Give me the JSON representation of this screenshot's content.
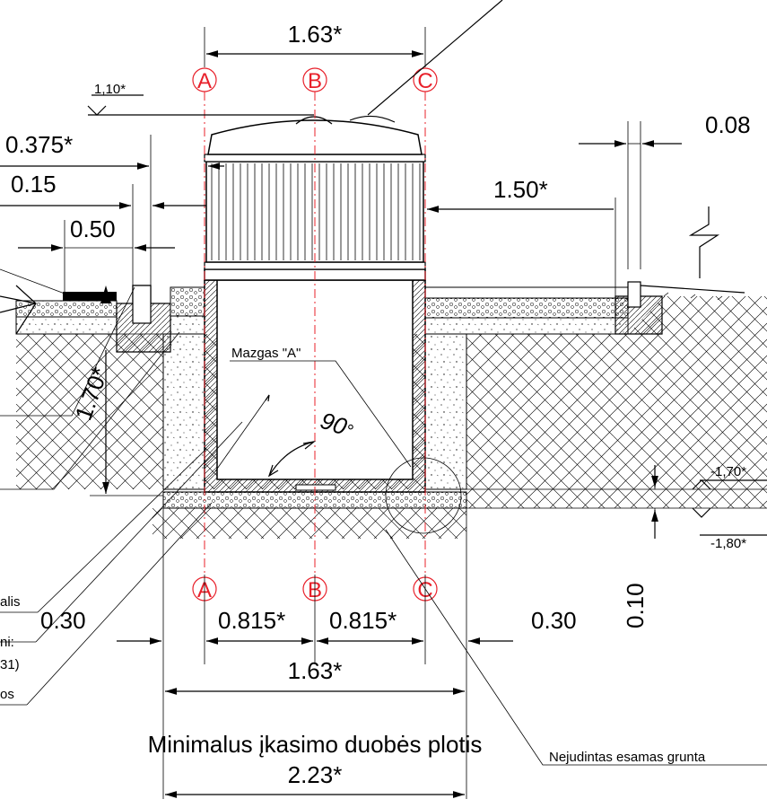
{
  "colors": {
    "axis": "#e8202a",
    "line": "#000000",
    "background": "#ffffff"
  },
  "axes": {
    "top": [
      "A",
      "B",
      "C"
    ],
    "bottom": [
      "A",
      "B",
      "C"
    ]
  },
  "dimensions": {
    "top_width": "1.63*",
    "left_offset_1": "0.375*",
    "left_offset_2": "0.15",
    "curb_width": "0.50",
    "right_offset": "1.50*",
    "right_small": "0.08",
    "depth": "1.70*",
    "angle": "90",
    "angle_unit": "°",
    "bottom_left": "0.30",
    "bottom_half_a": "0.815*",
    "bottom_half_b": "0.815*",
    "bottom_right": "0.30",
    "bottom_total": "1.63*",
    "bedding_thickness": "0.10",
    "min_pit_width": "2.23*"
  },
  "levels": {
    "top_level": "1,10*",
    "bottom_level_1": "-1,70*",
    "bottom_level_2": "-1,80*"
  },
  "labels": {
    "node": "Mazgas \"A\"",
    "min_pit_caption": "Minimalus įkasimo duobės plotis",
    "undisturbed_soil": "Nejudintas esamas grunta",
    "left_note_1": "alis",
    "left_note_2": "ni:",
    "left_note_3": "31)",
    "left_note_4": "os"
  }
}
